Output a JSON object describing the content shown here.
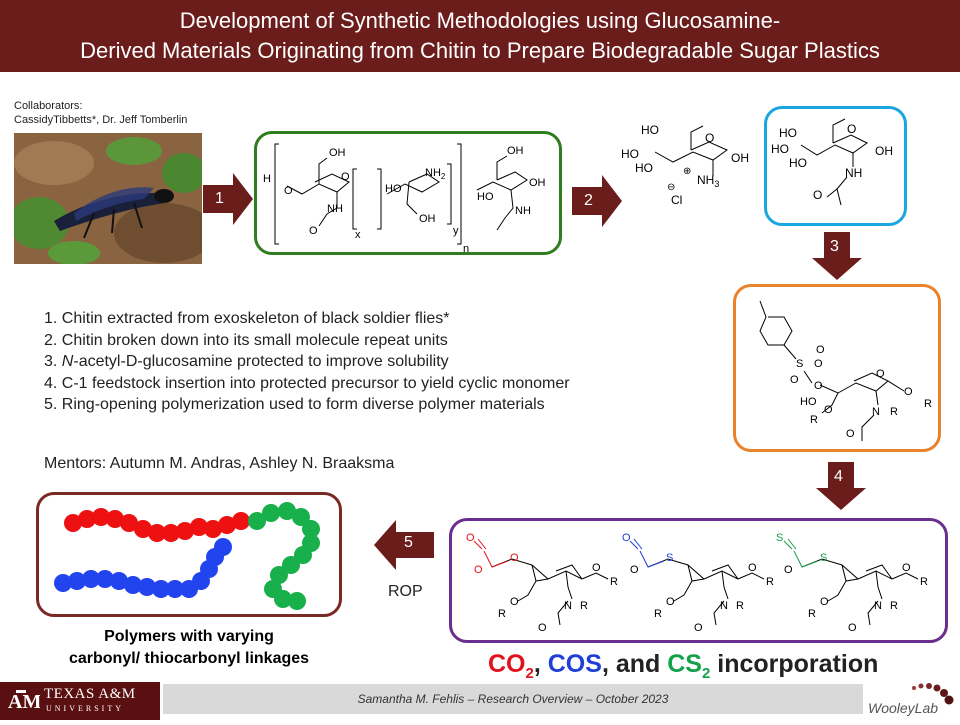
{
  "header": {
    "title_line1": "Development of Synthetic Methodologies using Glucosamine-",
    "title_line2": "Derived Materials Originating from Chitin to Prepare Biodegradable Sugar Plastics"
  },
  "collaborators": {
    "label": "Collaborators:",
    "names": "CassidyTibbetts*, Dr. Jeff Tomberlin"
  },
  "arrows": {
    "a1": "1",
    "a2": "2",
    "a3": "3",
    "a4": "4",
    "a5": "5"
  },
  "steps": [
    "1. Chitin  extracted from exoskeleton  of black soldier flies*",
    "2. Chitin  broken down into its small molecule repeat units",
    "3. ",
    "4. C-1 feedstock insertion into protected precursor to yield cyclic monomer",
    "5. Ring-opening  polymerization  used to form diverse polymer materials"
  ],
  "step3": {
    "prefix": "3. ",
    "n": "N",
    "mid": "-acetyl-",
    "d": "D",
    "rest": "-glucosamine  protected to improve solubility"
  },
  "mentors": "Mentors: Autumn  M. Andras, Ashley N. Braaksma",
  "rop_label": "ROP",
  "caption": {
    "line1": "Polymers with varying",
    "line2": "carbonyl/ thiocarbonyl linkages"
  },
  "incorporation": {
    "co2": "CO",
    "co2_sub": "2",
    "sep1": ", ",
    "cos": "COS",
    "sep2": ", and ",
    "cs2": "CS",
    "cs2_sub": "2",
    "tail": " incorporation",
    "colors": {
      "co2": "#e0121b",
      "cos": "#1f3fd6",
      "cs2": "#13a14a"
    }
  },
  "footer": {
    "university_line1": "TEXAS A&M",
    "university_line2": "UNIVERSITY",
    "credit": "Samantha M. Fehlis – Research Overview  – October 2023",
    "lab": "WooleyLab"
  },
  "chem": {
    "chitin": {
      "H": "H",
      "OH": "OH",
      "HO": "HO",
      "NH2": "NH",
      "NH2_sub": "2",
      "NH": "NH",
      "O": "O",
      "x": "x",
      "y": "y",
      "n": "n"
    },
    "glucosamine_hcl": {
      "HO": "HO",
      "OH": "OH",
      "NH3": "NH",
      "NH3_sub": "3",
      "Cl": "Cl",
      "O": "O"
    },
    "nag": {
      "HO": "HO",
      "OH": "OH",
      "NH": "NH",
      "O": "O"
    },
    "protected": {
      "S": "S",
      "O": "O",
      "HO": "HO",
      "R": "R",
      "N": "N"
    },
    "monomer": {
      "O": "O",
      "S": "S",
      "R": "R",
      "N": "N"
    }
  },
  "colors": {
    "header": "#6b1d1c",
    "green": "#2e7d1e",
    "blue": "#1aa6df",
    "orange": "#e8832a",
    "purple": "#6a2f8e",
    "brown": "#7a2a24",
    "arrow": "#6b1d1c",
    "bead_red": "#ee1111",
    "bead_blue": "#2244ee",
    "bead_green": "#18b04a"
  }
}
